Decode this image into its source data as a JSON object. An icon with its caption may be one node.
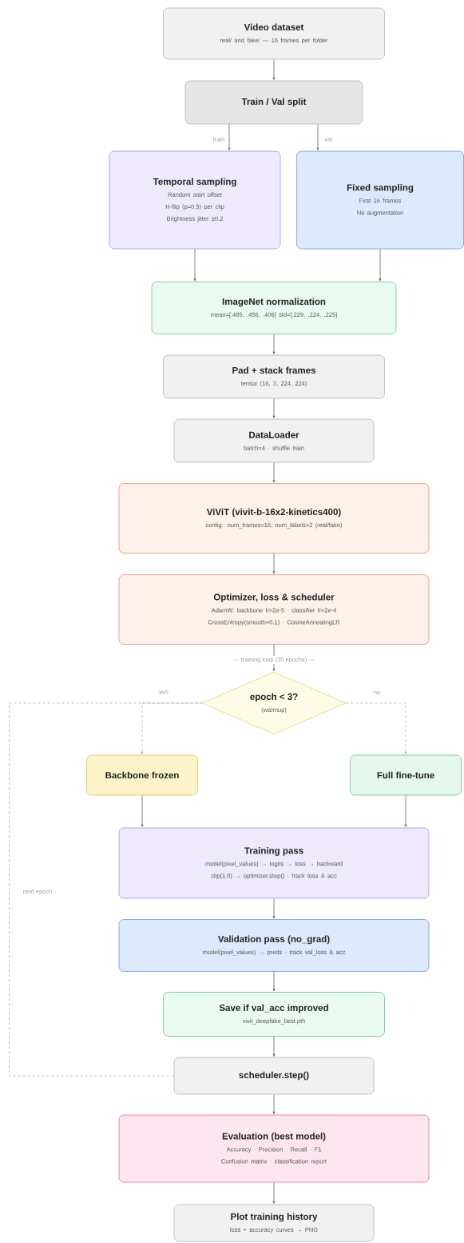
{
  "diagram": {
    "nodes": [
      {
        "text": [
          "Video dataset",
          "real/ and fake/ — 16 frames per folder"
        ]
      },
      {
        "text": [
          "Train / Val split"
        ]
      },
      {
        "text": [
          "Temporal sampling",
          "Random start offset",
          "H-flip (p=0.5) per clip",
          "Brightness jitter ±0.2"
        ]
      },
      {
        "text": [
          "Fixed sampling",
          "First 16 frames",
          "No augmentation"
        ]
      },
      {
        "text": [
          "ImageNet normalization",
          "mean=[.485, .456, .406] std=[.229, .224, .225]"
        ]
      },
      {
        "text": [
          "Pad + stack frames",
          "tensor (16, 3, 224, 224)"
        ]
      },
      {
        "text": [
          "DataLoader",
          "batch=4 · shuffle train"
        ]
      },
      {
        "text": [
          "ViViT (vivit-b-16x2-kinetics400)",
          "config: num_frames=16, num_labels=2 (real/fake)"
        ]
      },
      {
        "text": [
          "Optimizer, loss & scheduler",
          "AdamW: backbone lr=2e-5 · classifier lr=2e-4",
          "CrossEntropy(smooth=0.1) · CosineAnnealingLR"
        ]
      },
      {
        "text": [
          "epoch < 3?",
          "(warmup)"
        ]
      },
      {
        "text": [
          "Backbone frozen"
        ]
      },
      {
        "text": [
          "Full fine-tune"
        ]
      },
      {
        "text": [
          "Training pass",
          "model(pixel_values) → logits → loss → backward",
          "clip(1.0) → optimizer.step() · track loss & acc"
        ]
      },
      {
        "text": [
          "Validation pass (no_grad)",
          "model(pixel_values) → preds · track val_loss & acc"
        ]
      },
      {
        "text": [
          "Save if val_acc improved",
          "vivit_deepfake_best.pth"
        ]
      },
      {
        "text": [
          "scheduler.step()"
        ]
      },
      {
        "text": [
          "Evaluation (best model)",
          "Accuracy · Precision · Recall · F1",
          "Confusion matrix · classification report"
        ]
      },
      {
        "text": [
          "Plot training history",
          "loss + accuracy curves → PNG"
        ]
      }
    ],
    "edges": [
      {
        "from": 0,
        "to": 1,
        "arrow": "to"
      },
      {
        "from": 1,
        "to": 2,
        "arrow": "to",
        "label": "train"
      },
      {
        "from": 1,
        "to": 3,
        "arrow": "to",
        "label": "val"
      },
      {
        "from": 2,
        "to": 4,
        "arrow": "to"
      },
      {
        "from": 3,
        "to": 4,
        "arrow": "to"
      },
      {
        "from": 4,
        "to": 5,
        "arrow": "to"
      },
      {
        "from": 5,
        "to": 6,
        "arrow": "to"
      },
      {
        "from": 6,
        "to": 7,
        "arrow": "to"
      },
      {
        "from": 7,
        "to": 8,
        "arrow": "to"
      },
      {
        "from": 8,
        "to": 9,
        "arrow": "to",
        "label": "— training loop (30 epochs) —"
      },
      {
        "from": 9,
        "to": 10,
        "arrow": "to",
        "label": "yes",
        "style": "dashed",
        "color": "#aaaaaa"
      },
      {
        "from": 9,
        "to": 11,
        "arrow": "to",
        "label": "no",
        "style": "dashed",
        "color": "#aaaaaa"
      },
      {
        "from": 10,
        "to": 12,
        "arrow": "to"
      },
      {
        "from": 11,
        "to": 12,
        "arrow": "to"
      },
      {
        "from": 12,
        "to": 13,
        "arrow": "to"
      },
      {
        "from": 13,
        "to": 14,
        "arrow": "to"
      },
      {
        "from": 14,
        "to": 15,
        "arrow": "to"
      },
      {
        "from": 15,
        "to": 9,
        "arrow": "none",
        "label": "next epoch",
        "style": "dashed",
        "color": "#aaaaaa"
      },
      {
        "from": 15,
        "to": 16,
        "arrow": "to"
      },
      {
        "from": 16,
        "to": 17,
        "arrow": "to"
      }
    ]
  }
}
